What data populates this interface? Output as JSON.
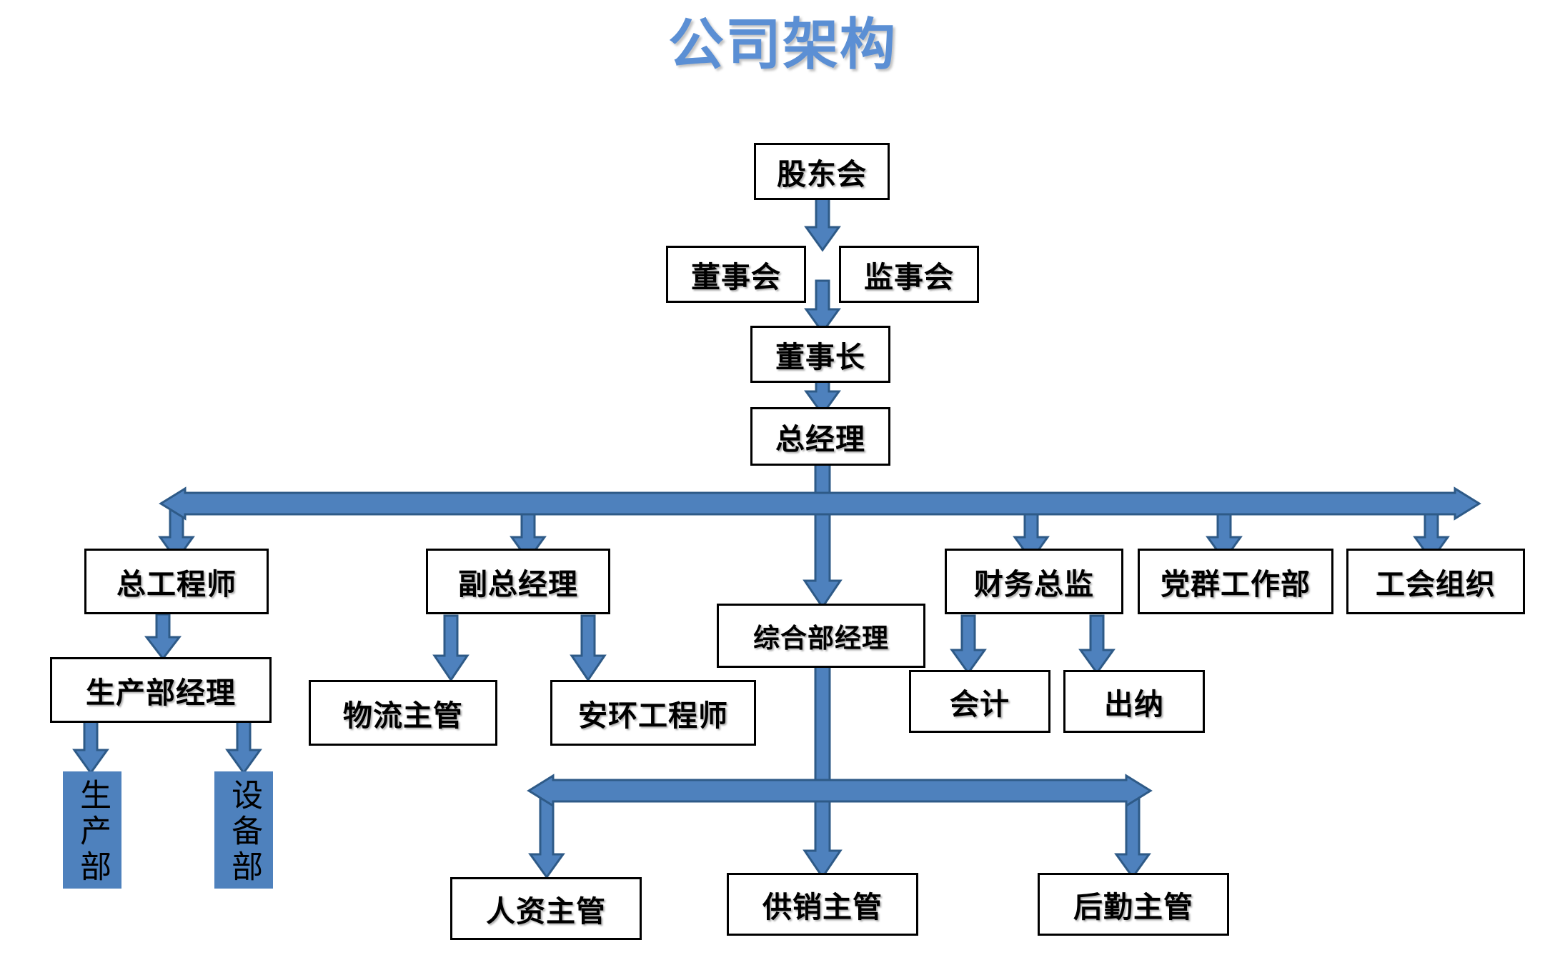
{
  "title": "公司架构",
  "colors": {
    "title_text": "#5B8FD4",
    "arrow_fill": "#4E81BD",
    "arrow_stroke": "#2E5A87",
    "box_border": "#000000",
    "box_fill": "#FFFFFF",
    "filled_box_fill": "#4E81BD",
    "page_background": "#FFFFFF"
  },
  "nodes": {
    "shareholders_meeting": "股东会",
    "board_of_directors": "董事会",
    "board_of_supervisors": "监事会",
    "chairman": "董事长",
    "general_manager": "总经理",
    "chief_engineer": "总工程师",
    "deputy_general_manager": "副总经理",
    "general_affairs_manager": "综合部经理",
    "finance_director": "财务总监",
    "party_mass_work_dept": "党群工作部",
    "trade_union": "工会组织",
    "production_manager": "生产部经理",
    "logistics_supervisor": "物流主管",
    "safety_env_engineer": "安环工程师",
    "accountant": "会计",
    "cashier": "出纳",
    "production_dept": "生产部",
    "equipment_dept": "设备部",
    "hr_supervisor": "人资主管",
    "sales_supply_supervisor": "供销主管",
    "logistics_support_supervisor": "后勤主管"
  },
  "chart_data": {
    "type": "diagram",
    "diagram_kind": "organizational-chart",
    "title": "公司架构",
    "levels": [
      {
        "level": 1,
        "nodes": [
          "股东会"
        ]
      },
      {
        "level": 2,
        "nodes": [
          "董事会",
          "监事会"
        ]
      },
      {
        "level": 3,
        "nodes": [
          "董事长"
        ]
      },
      {
        "level": 4,
        "nodes": [
          "总经理"
        ]
      },
      {
        "level": 5,
        "nodes": [
          "总工程师",
          "副总经理",
          "综合部经理",
          "财务总监",
          "党群工作部",
          "工会组织"
        ]
      },
      {
        "level": 6,
        "nodes": [
          "生产部经理",
          "物流主管",
          "安环工程师",
          "会计",
          "出纳"
        ]
      },
      {
        "level": 7,
        "nodes": [
          "生产部",
          "设备部",
          "人资主管",
          "供销主管",
          "后勤主管"
        ]
      }
    ],
    "edges": [
      {
        "from": "股东会",
        "to": "董事会"
      },
      {
        "from": "股东会",
        "to": "监事会"
      },
      {
        "from": "董事会",
        "to": "董事长"
      },
      {
        "from": "董事长",
        "to": "总经理"
      },
      {
        "from": "总经理",
        "to": "总工程师"
      },
      {
        "from": "总经理",
        "to": "副总经理"
      },
      {
        "from": "总经理",
        "to": "综合部经理"
      },
      {
        "from": "总经理",
        "to": "财务总监"
      },
      {
        "from": "总经理",
        "to": "党群工作部"
      },
      {
        "from": "总经理",
        "to": "工会组织"
      },
      {
        "from": "总工程师",
        "to": "生产部经理"
      },
      {
        "from": "生产部经理",
        "to": "生产部"
      },
      {
        "from": "生产部经理",
        "to": "设备部"
      },
      {
        "from": "副总经理",
        "to": "物流主管"
      },
      {
        "from": "副总经理",
        "to": "安环工程师"
      },
      {
        "from": "财务总监",
        "to": "会计"
      },
      {
        "from": "财务总监",
        "to": "出纳"
      },
      {
        "from": "综合部经理",
        "to": "人资主管"
      },
      {
        "from": "综合部经理",
        "to": "供销主管"
      },
      {
        "from": "综合部经理",
        "to": "后勤主管"
      }
    ],
    "highlighted_nodes": [
      "生产部",
      "设备部"
    ],
    "connector_style": "block-arrow",
    "legend": null
  }
}
